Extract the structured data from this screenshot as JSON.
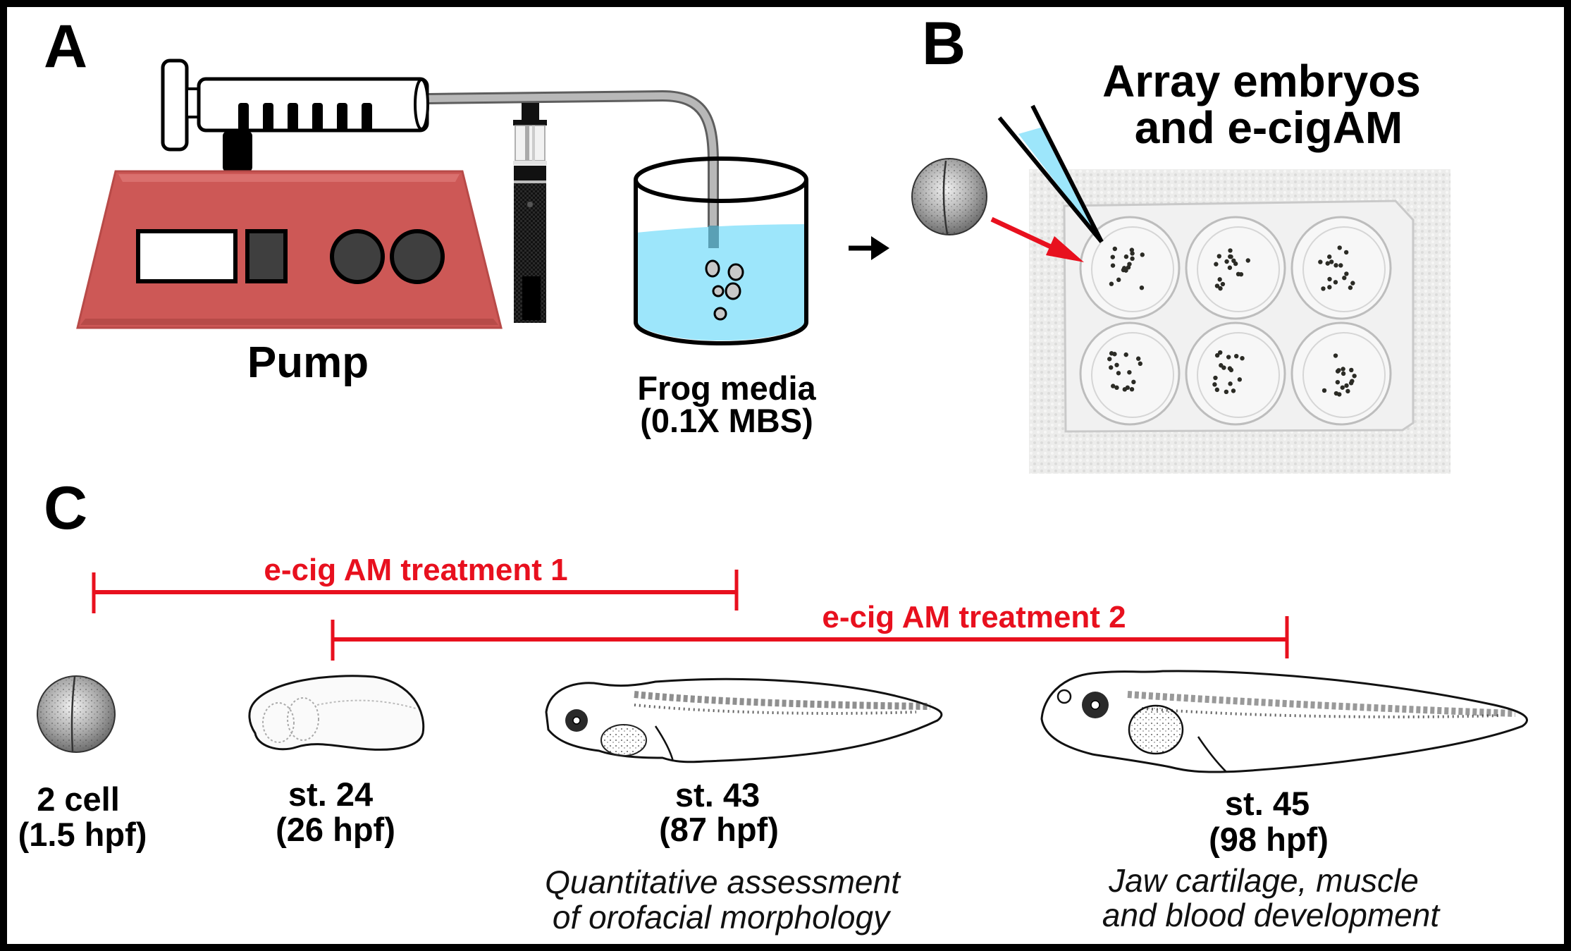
{
  "panels": {
    "a": {
      "letter": "A",
      "pump_label": "Pump",
      "media_label_line1": "Frog media",
      "media_label_line2": "(0.1X MBS)"
    },
    "b": {
      "letter": "B",
      "title_line1": "Array embryos",
      "title_line2": "and e-cigAM",
      "plate_wells": 6
    },
    "c": {
      "letter": "C",
      "treatments": [
        {
          "label": "e-cig AM treatment 1",
          "start_stage": "2 cell",
          "end_stage": "st. 43"
        },
        {
          "label": "e-cig AM treatment 2",
          "start_stage": "st. 24",
          "end_stage": "st. 45"
        }
      ],
      "stages": [
        {
          "name": "2 cell",
          "time": "(1.5 hpf)",
          "note_line1": "",
          "note_line2": ""
        },
        {
          "name": "st. 24",
          "time": "(26 hpf)",
          "note_line1": "",
          "note_line2": ""
        },
        {
          "name": "st. 43",
          "time": "(87 hpf)",
          "note_line1": "Quantitative assessment",
          "note_line2": "of orofacial morphology"
        },
        {
          "name": "st. 45",
          "time": "(98 hpf)",
          "note_line1": "Jaw cartilage, muscle",
          "note_line2": "and blood development"
        }
      ]
    }
  },
  "colors": {
    "pump_red": "#cd5856",
    "media_blue": "#9de6fb",
    "treatment_red": "#e8101e",
    "knob_gray": "#3f3f3f"
  }
}
